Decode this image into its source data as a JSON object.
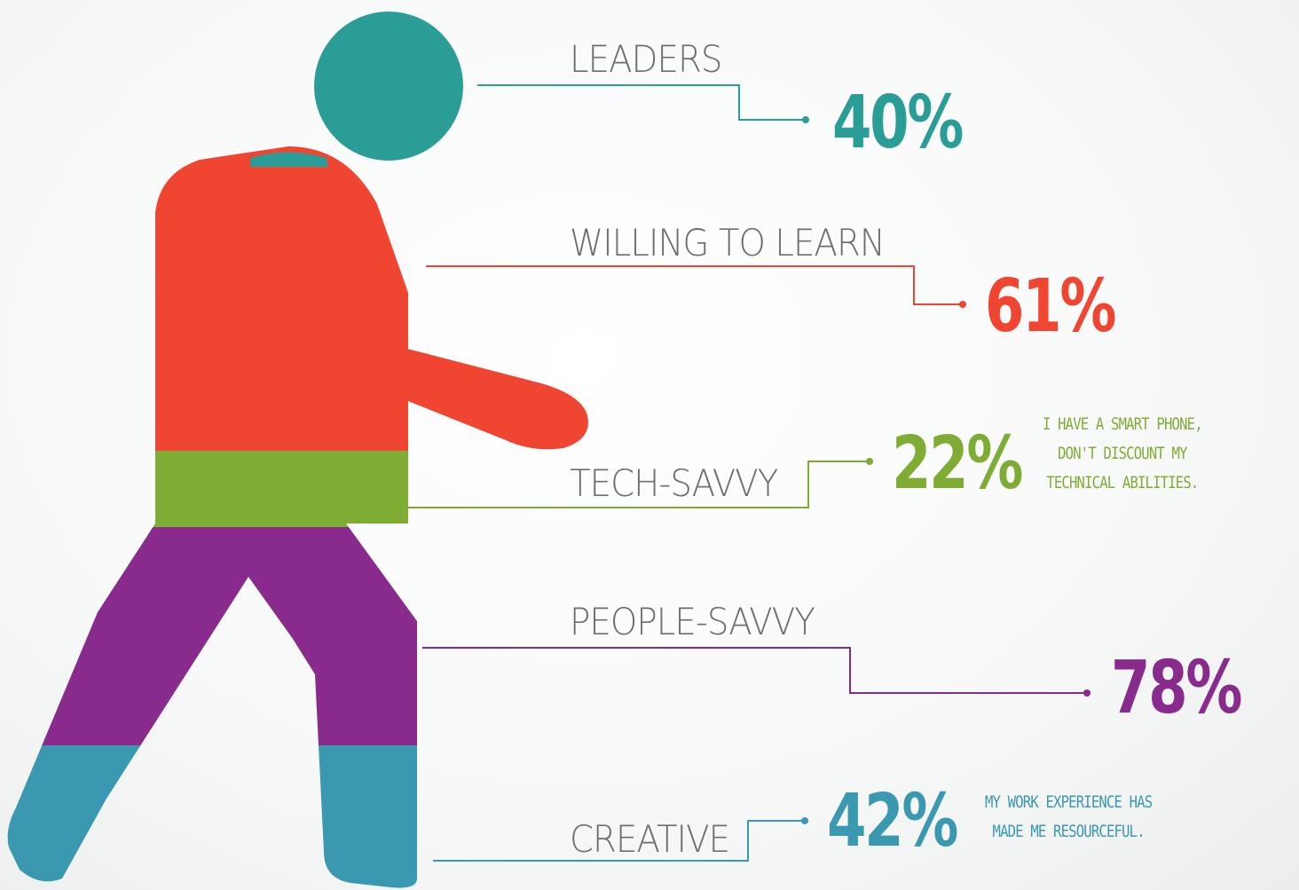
{
  "colors": {
    "leaders": "#2a9d96",
    "willing": "#f04530",
    "tech": "#7fac35",
    "people": "#882b8c",
    "creative": "#3a98b0",
    "label_text": "#6e6e6e"
  },
  "traits": [
    {
      "label": "LEADERS",
      "value": "40%",
      "color": "#2a9d96"
    },
    {
      "label": "WILLING TO LEARN",
      "value": "61%",
      "color": "#f04530"
    },
    {
      "label": "TECH-SAVVY",
      "value": "22%",
      "color": "#7fac35",
      "quote_lines": [
        "I HAVE A SMART PHONE,",
        "DON'T DISCOUNT MY",
        "TECHNICAL ABILITIES."
      ]
    },
    {
      "label": "PEOPLE-SAVVY",
      "value": "78%",
      "color": "#882b8c"
    },
    {
      "label": "CREATIVE",
      "value": "42%",
      "color": "#3a98b0",
      "quote_lines": [
        "MY WORK EXPERIENCE HAS",
        "MADE ME RESOURCEFUL."
      ]
    }
  ]
}
